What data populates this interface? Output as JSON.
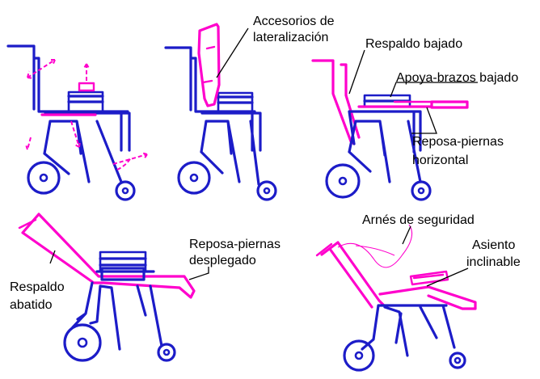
{
  "labels": {
    "lateral_accessories": [
      "Accesorios de",
      "lateralización"
    ],
    "backrest_lowered": "Respaldo bajado",
    "armrest_lowered": "Apoya-brazos bajado",
    "legrest_horizontal": [
      "Reposa-piernas",
      "horizontal"
    ],
    "legrest_deployed": [
      "Reposa-piernas",
      "desplegado"
    ],
    "backrest_reclined": [
      "Respaldo",
      "abatido"
    ],
    "safety_harness": "Arnés de seguridad",
    "tilting_seat": [
      "Asiento",
      "inclinable"
    ]
  },
  "colors": {
    "frame": "#1c1cc8",
    "highlight": "#ff00cc",
    "text": "#000000"
  }
}
